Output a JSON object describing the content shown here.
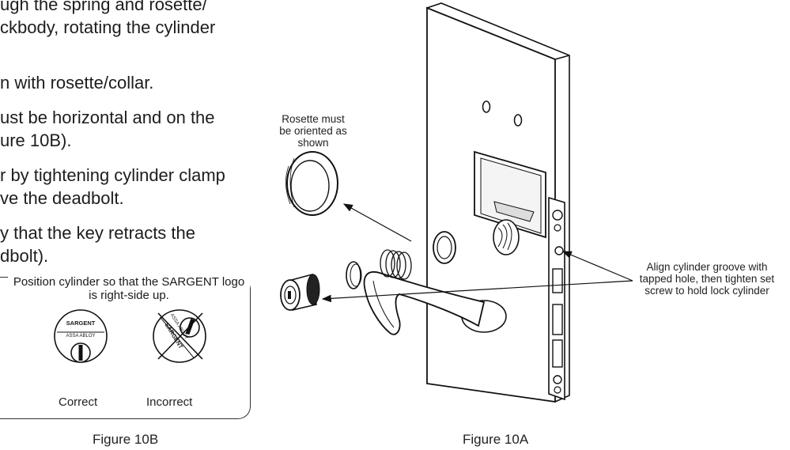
{
  "steps": [
    "ugh the spring and rosette/",
    "ckbody, rotating the cylinder",
    "n with rosette/collar.",
    "ust be horizontal and on the",
    "ure 10B).",
    "r by tightening cylinder clamp",
    "ve the deadbolt.",
    "y that the key retracts the",
    "dbolt)."
  ],
  "figure_10b": {
    "note": "Position cylinder so that the SARGENT logo is right-side up.",
    "correct_brand": "SARGENT",
    "correct_sub": "ASSA ABLOY",
    "incorrect_brand": "SARGENT",
    "incorrect_sub": "ASSA ABLOY",
    "correct_label": "Correct",
    "incorrect_label": "Incorrect",
    "caption": "Figure 10B"
  },
  "figure_10a": {
    "rosette_note": "Rosette must be oriented as shown",
    "align_note": "Align cylinder groove with tapped hole, then tighten set screw to hold lock cylinder",
    "caption": "Figure 10A"
  }
}
